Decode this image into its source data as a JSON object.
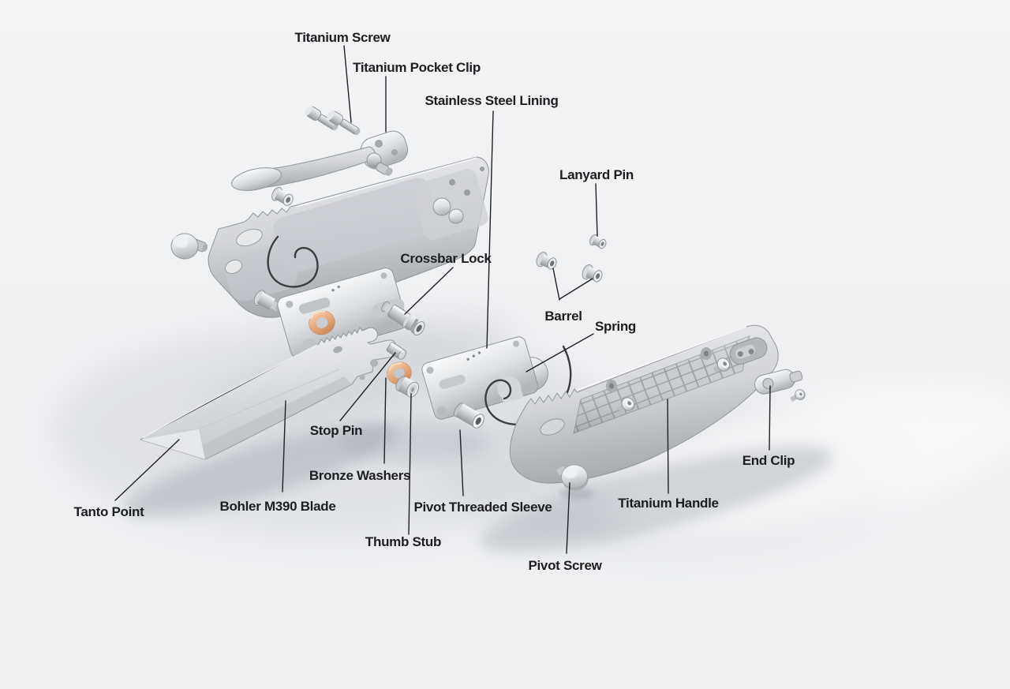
{
  "diagram": {
    "subject": "Folding knife exploded view diagram",
    "parts": [
      {
        "id": "titanium-screw",
        "label": "Titanium Screw"
      },
      {
        "id": "titanium-pocket-clip",
        "label": "Titanium Pocket Clip"
      },
      {
        "id": "stainless-steel-lining",
        "label": "Stainless Steel Lining"
      },
      {
        "id": "lanyard-pin",
        "label": "Lanyard Pin"
      },
      {
        "id": "crossbar-lock",
        "label": "Crossbar Lock"
      },
      {
        "id": "barrel",
        "label": "Barrel"
      },
      {
        "id": "spring",
        "label": "Spring"
      },
      {
        "id": "tanto-point",
        "label": "Tanto Point"
      },
      {
        "id": "bohler-m390-blade",
        "label": "Bohler M390 Blade"
      },
      {
        "id": "stop-pin",
        "label": "Stop Pin"
      },
      {
        "id": "bronze-washers",
        "label": "Bronze Washers"
      },
      {
        "id": "thumb-stub",
        "label": "Thumb Stub"
      },
      {
        "id": "pivot-threaded-sleeve",
        "label": "Pivot Threaded Sleeve"
      },
      {
        "id": "titanium-handle",
        "label": "Titanium Handle"
      },
      {
        "id": "end-clip",
        "label": "End Clip"
      },
      {
        "id": "pivot-screw",
        "label": "Pivot Screw"
      }
    ],
    "colors": {
      "background": "#f1f2f4",
      "metal_light": "#eceef0",
      "metal_mid": "#d4d6d9",
      "metal_dark": "#a8abaf",
      "bronze_washer": "#e3a87c",
      "label_text": "#1d1e20",
      "leader_line": "#202124"
    }
  }
}
